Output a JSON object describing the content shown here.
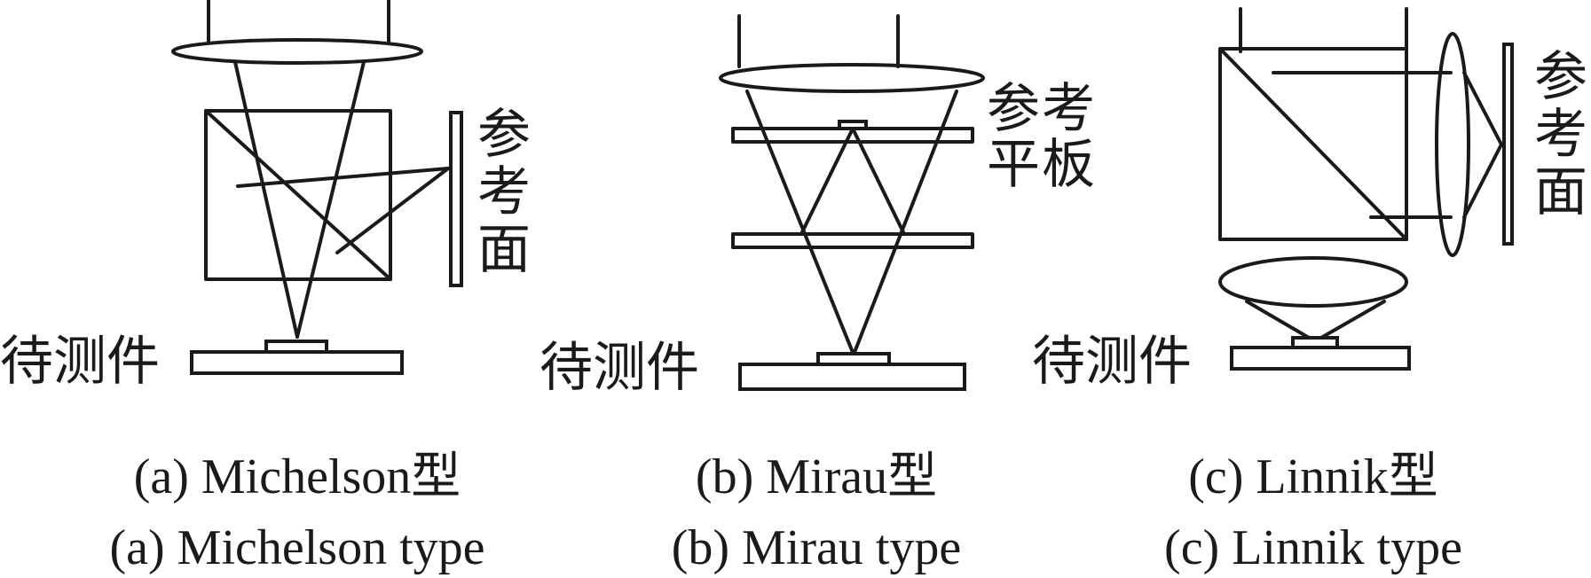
{
  "panels": {
    "michelson": {
      "reference_label": "参考面",
      "sample_label": "待测件",
      "caption_cn": "(a) Michelson型",
      "caption_en": "(a) Michelson type"
    },
    "mirau": {
      "reference_label": "参考平板",
      "sample_label": "待测件",
      "caption_cn": "(b) Mirau型",
      "caption_en": "(b) Mirau type"
    },
    "linnik": {
      "reference_label": "参考面",
      "sample_label": "待测件",
      "caption_cn": "(c) Linnik型",
      "caption_en": "(c) Linnik type"
    }
  },
  "colors": {
    "line": "#1a1a1a",
    "background": "#ffffff"
  }
}
